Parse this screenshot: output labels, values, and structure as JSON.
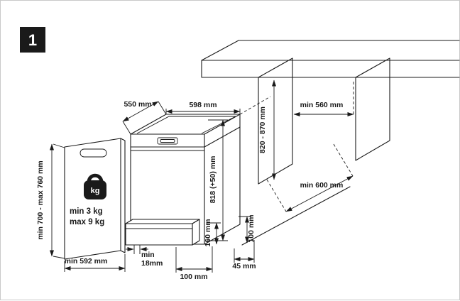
{
  "step": {
    "number": "1"
  },
  "labels": {
    "depth_top": "550 mm",
    "width_top": "598 mm",
    "height_body": "818 (+50) mm",
    "niche_width": "min 560 mm",
    "niche_height": "820 - 870 mm",
    "niche_depth": "min 600 mm",
    "panel_height": "min 700 - max 760 mm",
    "panel_width": "min 592 mm",
    "panel_thickness_line1": "min",
    "panel_thickness_line2": "18mm",
    "weight_min": "min 3 kg",
    "weight_max": "max 9 kg",
    "kg_badge": "kg",
    "plinth_height": "160 mm",
    "side_gap": "100 mm",
    "front_gap": "100 mm",
    "side_offset": "45 mm"
  },
  "colors": {
    "line": "#1a1a1a",
    "background": "#ffffff"
  }
}
